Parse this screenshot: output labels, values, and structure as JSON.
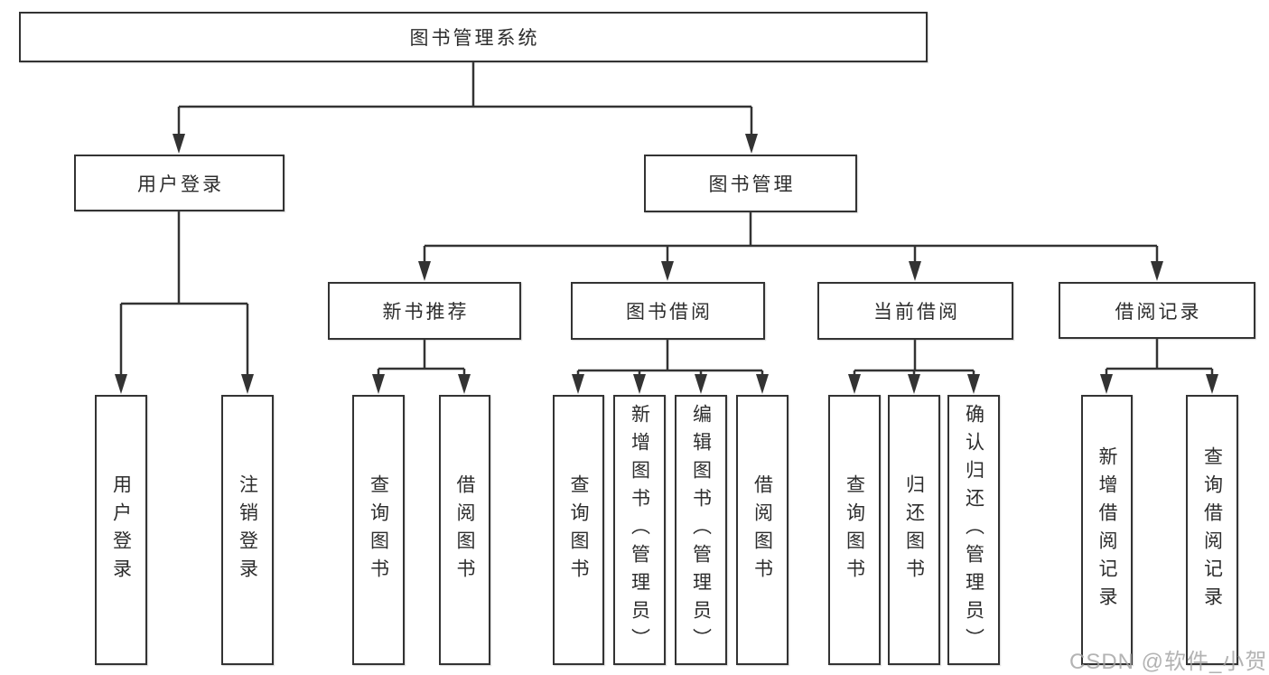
{
  "tree": {
    "label": "图书管理系统",
    "children": [
      {
        "label": "用户登录",
        "children": [
          {
            "label": "用户登录"
          },
          {
            "label": "注销登录"
          }
        ]
      },
      {
        "label": "图书管理",
        "children": [
          {
            "label": "新书推荐",
            "children": [
              {
                "label": "查询图书"
              },
              {
                "label": "借阅图书"
              }
            ]
          },
          {
            "label": "图书借阅",
            "children": [
              {
                "label": "查询图书"
              },
              {
                "label": "新增图书（管理员）"
              },
              {
                "label": "编辑图书（管理员）"
              },
              {
                "label": "借阅图书"
              }
            ]
          },
          {
            "label": "当前借阅",
            "children": [
              {
                "label": "查询图书"
              },
              {
                "label": "归还图书"
              },
              {
                "label": "确认归还（管理员）"
              }
            ]
          },
          {
            "label": "借阅记录",
            "children": [
              {
                "label": "新增借阅记录"
              },
              {
                "label": "查询借阅记录"
              }
            ]
          }
        ]
      }
    ]
  },
  "watermark": "CSDN @软件_小贺同学",
  "colors": {
    "line": "#333333",
    "box_border": "#333333",
    "text": "#2d2d2d",
    "watermark": "#a2a2a2",
    "background": "#ffffff"
  }
}
